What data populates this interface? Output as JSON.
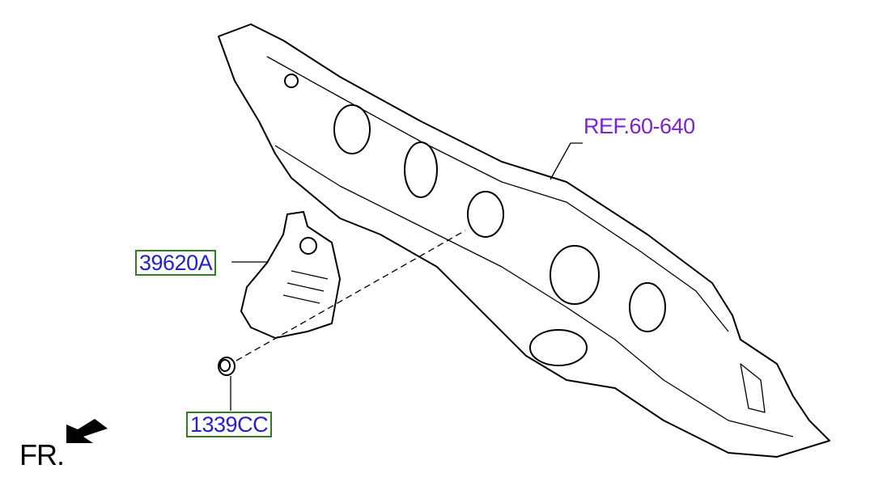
{
  "labels": {
    "relay_part": "39620A",
    "nut_part": "1339CC",
    "reference": "REF.60-640",
    "front": "FR."
  },
  "colors": {
    "part_label_text": "#2222cc",
    "part_label_border": "#2e7d1e",
    "reference_text": "#7b22d4"
  }
}
